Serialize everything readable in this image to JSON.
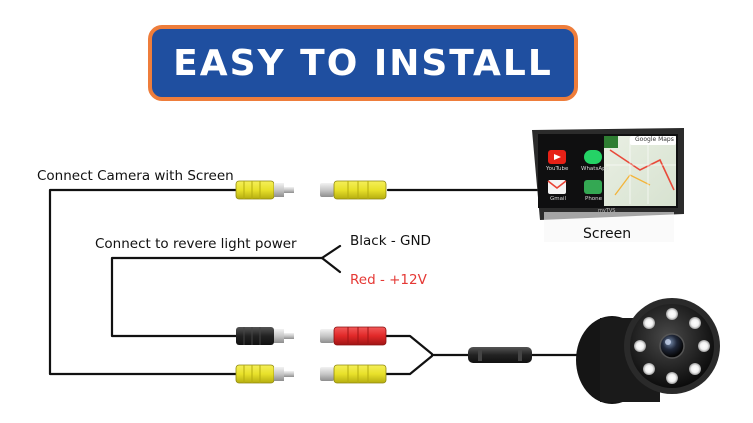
{
  "banner": {
    "title": "EASY TO INSTALL"
  },
  "labels": {
    "connect_camera": "Connect Camera with Screen",
    "connect_power": "Connect to revere light power",
    "black_wire": "Black - GND",
    "red_wire": "Red - +12V",
    "screen": "Screen"
  },
  "screen_ui": {
    "maps_label": "Google Maps",
    "apps": [
      {
        "name": "YouTube",
        "color": "#e62117",
        "icon": "youtube-icon"
      },
      {
        "name": "WhatsApp",
        "color": "#25d366",
        "icon": "whatsapp-icon"
      },
      {
        "name": "Gmail",
        "color": "#ea4335",
        "icon": "gmail-icon"
      },
      {
        "name": "Phone",
        "color": "#34a853",
        "icon": "phone-icon"
      }
    ],
    "footer": "myTVS"
  },
  "colors": {
    "banner_bg": "#1f4fa0",
    "banner_border": "#ee7d3b",
    "rca_yellow": "#e8e12a",
    "rca_red": "#e12828",
    "rca_black": "#222222",
    "red_text": "#e53935"
  }
}
